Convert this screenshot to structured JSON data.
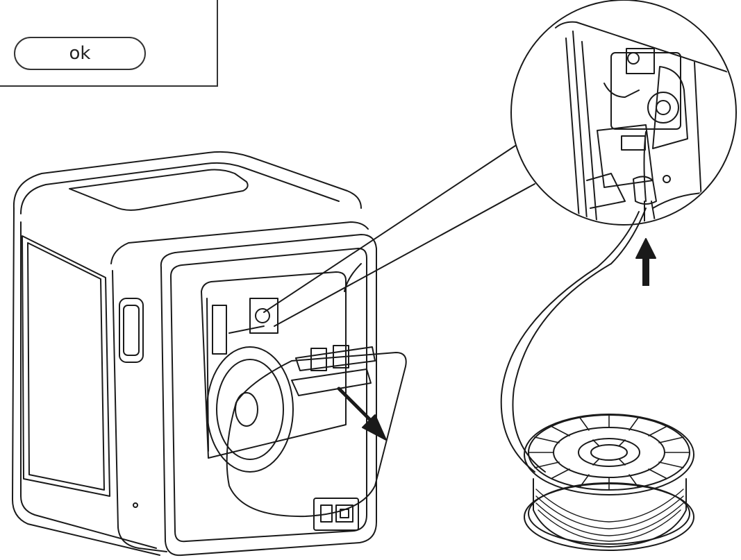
{
  "screen": {
    "ok_label": "ok"
  },
  "icons": {
    "printer": "3d-printer-illustration",
    "spool": "filament-spool-illustration",
    "zoom": "extruder-detail-zoom-circle",
    "arrow_up": "arrow-up-icon",
    "arrow_pull": "arrow-pull-out-icon"
  },
  "colors": {
    "line": "#1a1a1a",
    "background": "#ffffff"
  }
}
